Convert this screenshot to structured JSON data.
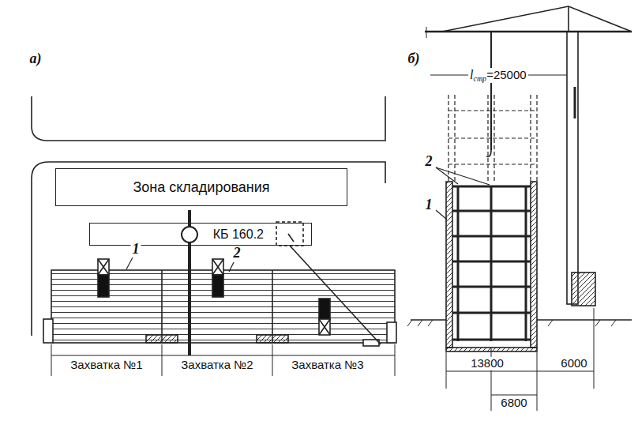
{
  "diagram": {
    "nodes": [
      {
        "text": [
          "Зона складирования"
        ]
      },
      {
        "text": [
          "КБ 160.2"
        ]
      }
    ],
    "labels": [
      "а)",
      "б)",
      "1",
      "2",
      "Захватка №1",
      "Захватка №2",
      "Захватка №3",
      "2",
      "1",
      "l",
      "стр",
      "=25000",
      "13800",
      "6000",
      "6800"
    ]
  }
}
